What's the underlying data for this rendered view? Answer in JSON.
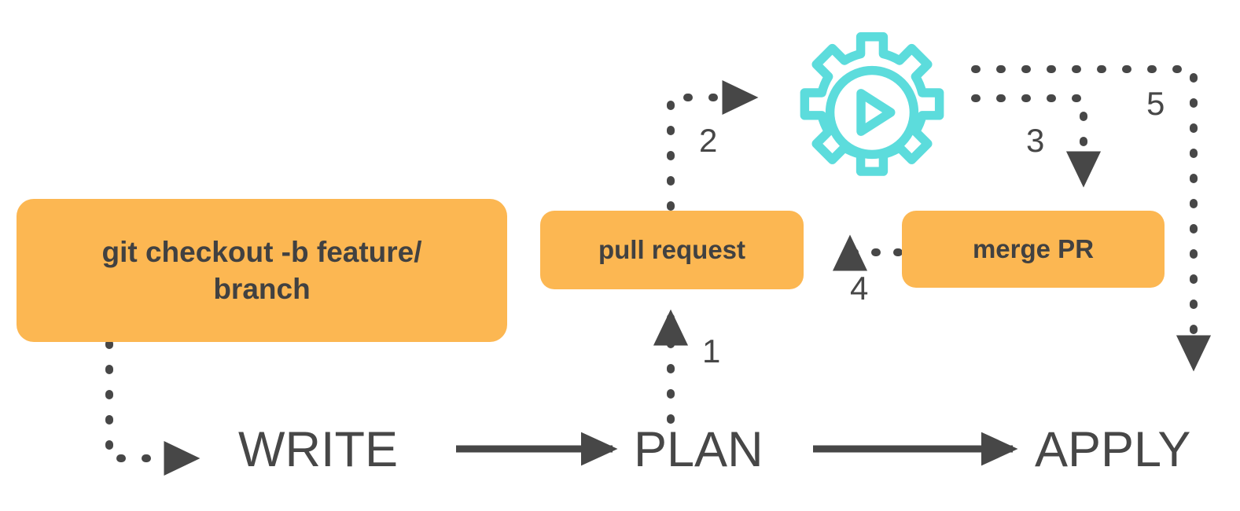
{
  "diagram": {
    "title": "Terraform write-plan-apply git workflow",
    "colors": {
      "box_fill": "#FCB752",
      "text_dark": "#474747",
      "gear_accent": "#5CDCDC",
      "background": "#FFFFFF"
    },
    "boxes": [
      {
        "id": "checkout",
        "label": "git checkout -b feature/\nbranch"
      },
      {
        "id": "pull_request",
        "label": "pull request"
      },
      {
        "id": "merge_pr",
        "label": "merge PR"
      }
    ],
    "box_labels": {
      "checkout_line1": "git checkout -b feature/",
      "checkout_line2": "branch",
      "pull_request": "pull request",
      "merge_pr": "merge PR"
    },
    "stages": [
      {
        "id": "write",
        "label": "WRITE"
      },
      {
        "id": "plan",
        "label": "PLAN"
      },
      {
        "id": "apply",
        "label": "APPLY"
      }
    ],
    "stage_labels": {
      "write": "WRITE",
      "plan": "PLAN",
      "apply": "APPLY"
    },
    "step_numbers": {
      "one": "1",
      "two": "2",
      "three": "3",
      "four": "4",
      "five": "5"
    },
    "icons": {
      "gear_play": "gear-play-icon"
    },
    "connections": [
      {
        "step": "",
        "from": "git checkout -b feature/branch",
        "to": "WRITE",
        "style": "dashed"
      },
      {
        "step": "",
        "from": "WRITE",
        "to": "PLAN",
        "style": "solid"
      },
      {
        "step": "",
        "from": "PLAN",
        "to": "APPLY",
        "style": "solid"
      },
      {
        "step": "1",
        "from": "PLAN",
        "to": "pull request",
        "style": "dashed"
      },
      {
        "step": "2",
        "from": "pull request",
        "to": "gear-play-icon",
        "style": "dashed"
      },
      {
        "step": "3",
        "from": "gear-play-icon",
        "to": "merge PR",
        "style": "dashed"
      },
      {
        "step": "4",
        "from": "merge PR",
        "to": "gear-play-icon",
        "style": "dashed"
      },
      {
        "step": "5",
        "from": "gear-play-icon",
        "to": "APPLY",
        "style": "dashed"
      }
    ]
  }
}
